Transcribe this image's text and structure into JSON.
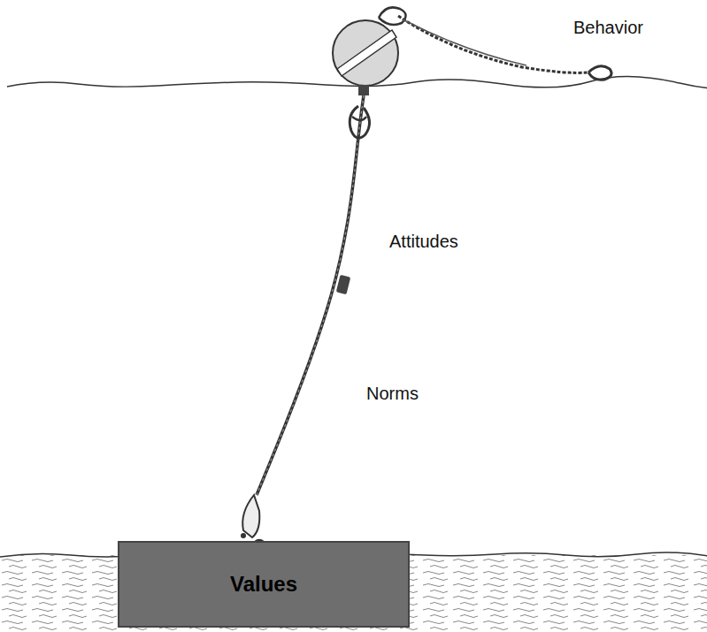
{
  "diagram": {
    "nodes": [
      {
        "text": [
          "Values"
        ]
      }
    ],
    "labels": [
      "Behavior",
      "Attitudes",
      "Norms"
    ]
  }
}
